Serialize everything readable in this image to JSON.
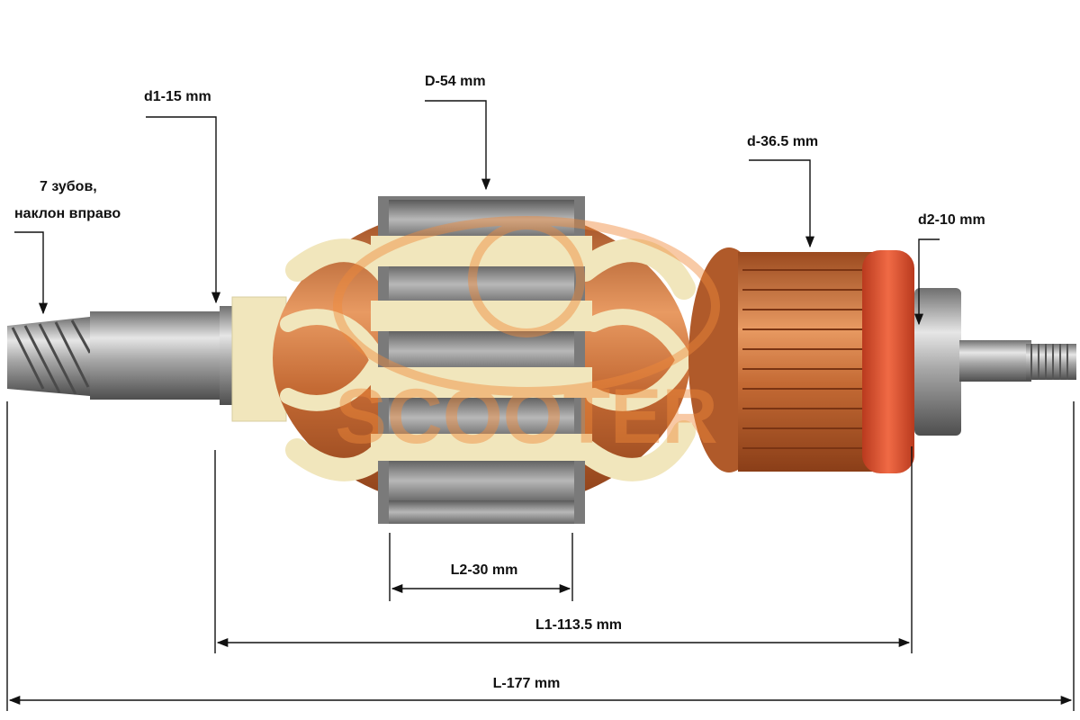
{
  "labels": {
    "gear": [
      "7 зубов,",
      "наклон вправо"
    ],
    "d1": "d1-15 mm",
    "D": "D-54 mm",
    "d": "d-36.5 mm",
    "d2": "d2-10 mm",
    "L2": "L2-30 mm",
    "L1": "L1-113.5 mm",
    "L": "L-177 mm"
  },
  "watermark": {
    "text": "SCOOTER"
  },
  "colors": {
    "dimension_line": "#111111",
    "copper": "#c46a34",
    "copper_light": "#e89a62",
    "steel": "#9a9a9a",
    "insulation": "#f1e6bc",
    "red_ring": "#e2502e",
    "watermark": "#f08a3a"
  }
}
